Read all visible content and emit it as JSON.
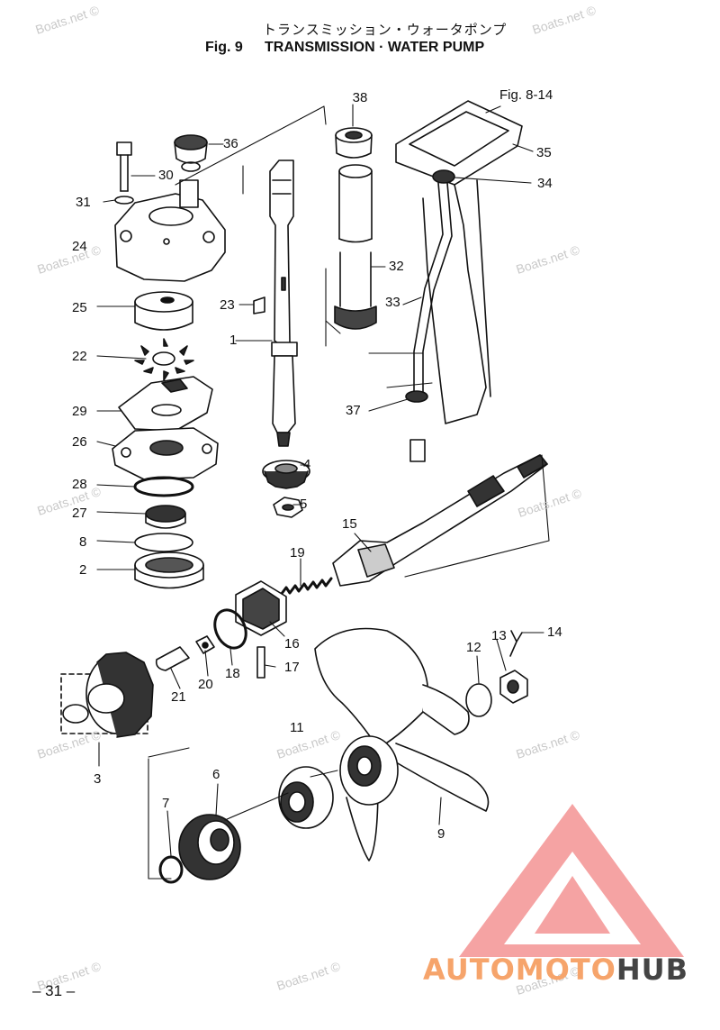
{
  "header": {
    "japanese_title": "トランスミッション・ウォータポンプ",
    "fig_label": "Fig. 9",
    "title": "TRANSMISSION · WATER PUMP"
  },
  "footer": {
    "page_number": "– 31 –"
  },
  "watermark": {
    "text": "Boats.net ©"
  },
  "logo": {
    "part1": "AUTO",
    "part2": "MOTO",
    "part3": "HUB",
    "color_accent": "#f6a46b",
    "color_dark": "#444444"
  },
  "callouts": {
    "fig_ref": "Fig. 8-14",
    "n1": "1",
    "n2": "2",
    "n3": "3",
    "n4": "4",
    "n5": "5",
    "n6": "6",
    "n7": "7",
    "n8": "8",
    "n9": "9",
    "n11": "11",
    "n12": "12",
    "n13": "13",
    "n14": "14",
    "n15": "15",
    "n16": "16",
    "n17": "17",
    "n18": "18",
    "n19": "19",
    "n20": "20",
    "n21": "21",
    "n22": "22",
    "n23": "23",
    "n24": "24",
    "n25": "25",
    "n26": "26",
    "n27": "27",
    "n28": "28",
    "n29": "29",
    "n30": "30",
    "n31": "31",
    "n32": "32",
    "n33": "33",
    "n34": "34",
    "n35": "35",
    "n36": "36",
    "n37": "37",
    "n38": "38"
  }
}
